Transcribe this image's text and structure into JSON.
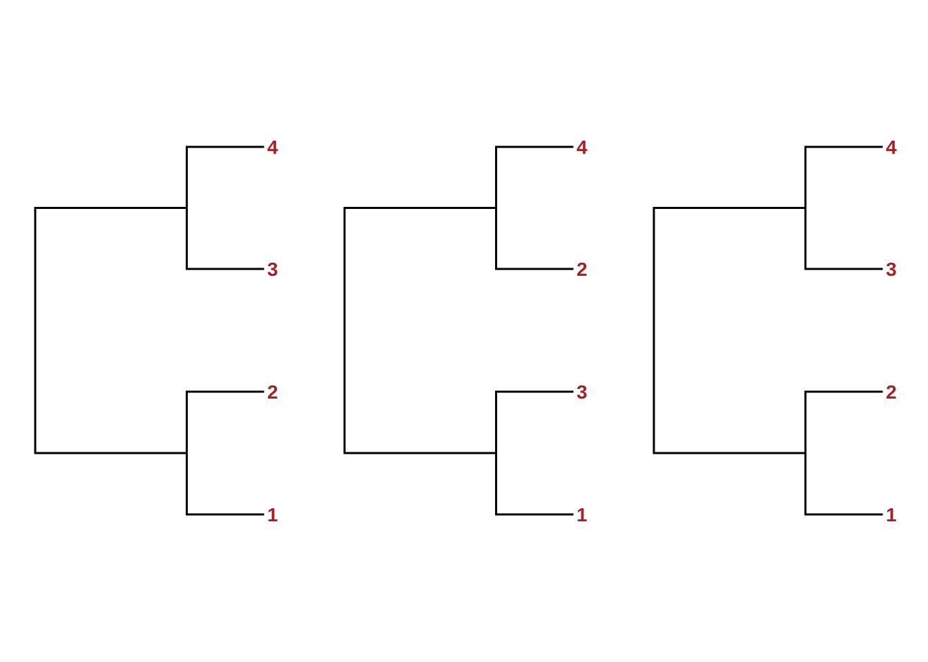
{
  "figure": {
    "background_color": "#ffffff",
    "line_color": "#000000",
    "tip_label_color": "#A82025",
    "trees": [
      {
        "id": "tree-1",
        "tip_labels_top_to_bottom": [
          "4",
          "3",
          "2",
          "1"
        ],
        "clades": {
          "top": [
            "4",
            "3"
          ],
          "bottom": [
            "2",
            "1"
          ]
        }
      },
      {
        "id": "tree-2",
        "tip_labels_top_to_bottom": [
          "4",
          "2",
          "3",
          "1"
        ],
        "clades": {
          "top": [
            "4",
            "2"
          ],
          "bottom": [
            "3",
            "1"
          ]
        }
      },
      {
        "id": "tree-3",
        "tip_labels_top_to_bottom": [
          "4",
          "3",
          "2",
          "1"
        ],
        "clades": {
          "top": [
            "4",
            "3"
          ],
          "bottom": [
            "2",
            "1"
          ]
        }
      }
    ]
  }
}
